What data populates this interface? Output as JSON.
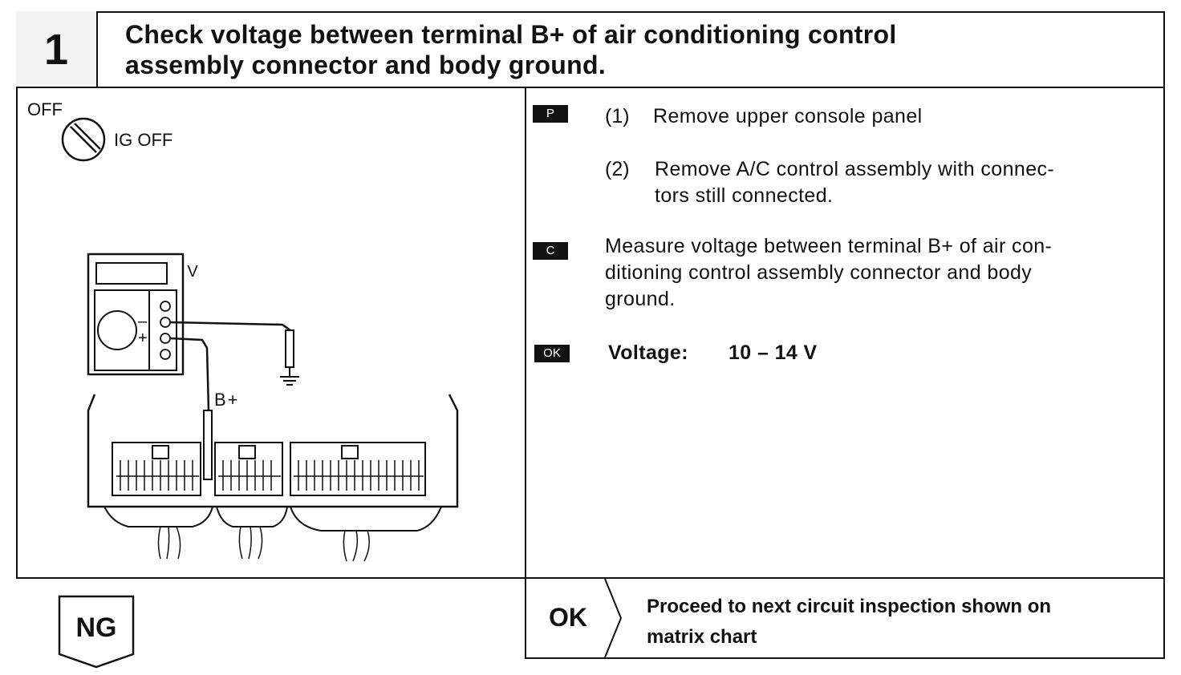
{
  "step": {
    "number": "1",
    "title_line1": "Check voltage between terminal B+ of air conditioning control",
    "title_line2": "assembly connector and body ground."
  },
  "illustration": {
    "switch_label": "OFF",
    "ignition_label": "IG OFF",
    "meter_label": "V",
    "minus_label": "–",
    "plus_label": "+",
    "terminal_label": "B+"
  },
  "instructions": {
    "prep_badge": "P",
    "step1_num": "(1)",
    "step1_text": "Remove upper console panel",
    "step2_num": "(2)",
    "step2_line1": "Remove A/C control assembly with connec-",
    "step2_line2": "tors still connected.",
    "check_badge": "C",
    "check_line1": "Measure voltage between terminal B+ of air con-",
    "check_line2": "ditioning control assembly connector and body",
    "check_line3": "ground.",
    "ok_badge": "OK",
    "spec_label": "Voltage:",
    "spec_value": "10 – 14 V"
  },
  "results": {
    "ok_label": "OK",
    "ok_text_line1": "Proceed to next circuit inspection shown on",
    "ok_text_line2": "matrix chart",
    "ng_label": "NG"
  }
}
